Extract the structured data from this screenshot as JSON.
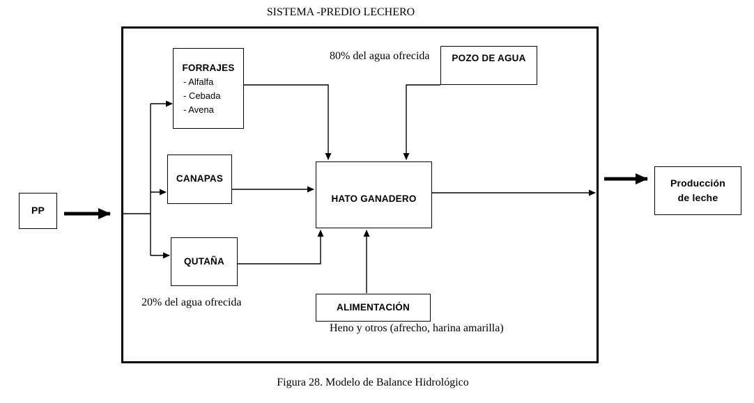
{
  "diagram": {
    "title": "SISTEMA -PREDIO LECHERO",
    "caption": "Figura 28. Modelo de Balance Hidrológico"
  },
  "boxes": {
    "pp": {
      "label": "PP"
    },
    "forrajes": {
      "label": "FORRAJES",
      "items": [
        "- Alfalfa",
        "- Cebada",
        "- Avena"
      ]
    },
    "canapas": {
      "label": "CANAPAS"
    },
    "qutana": {
      "label": "QUTAÑA"
    },
    "hato_ganadero": {
      "label": "HATO GANADERO"
    },
    "pozo_de_agua": {
      "label": "POZO DE AGUA"
    },
    "alimentacion": {
      "label": "ALIMENTACIÓN"
    },
    "produccion_leche": {
      "line1": "Producción",
      "line2": "de leche"
    }
  },
  "annotations": {
    "agua_80": "80% del agua ofrecida",
    "agua_20": "20% del agua ofrecida",
    "heno": "Heno y otros (afrecho, harina amarilla)"
  },
  "colors": {
    "line": "#000000",
    "background": "#ffffff",
    "text": "#000000"
  }
}
